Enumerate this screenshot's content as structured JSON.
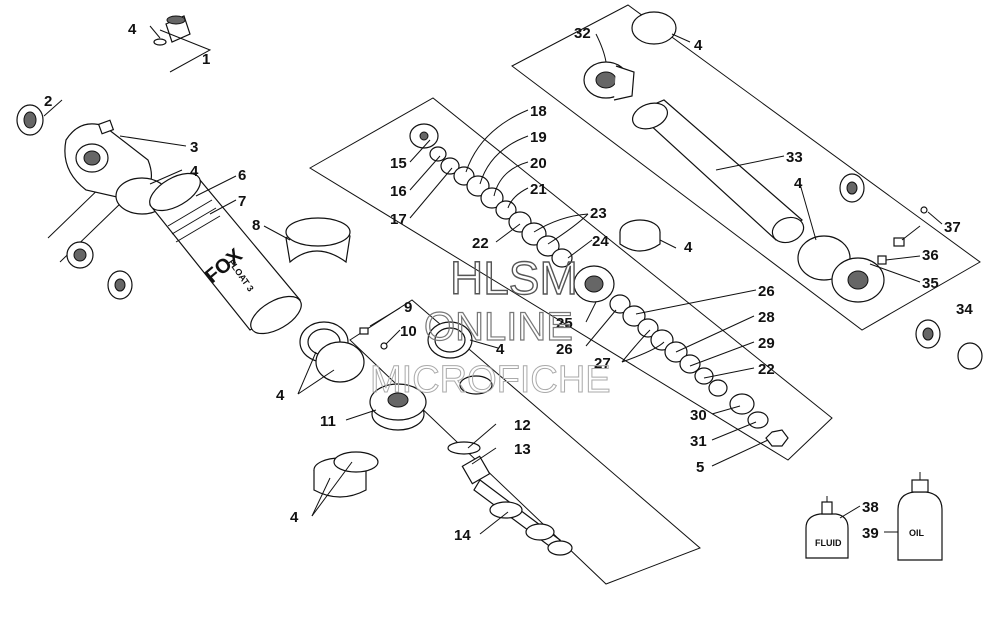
{
  "labels": {
    "n1": "1",
    "n2": "2",
    "n3": "3",
    "n4a": "4",
    "n4b": "4",
    "n4c": "4",
    "n4d": "4",
    "n4e": "4",
    "n4f": "4",
    "n4g": "4",
    "n4h": "4",
    "n5": "5",
    "n6": "6",
    "n7": "7",
    "n8": "8",
    "n9": "9",
    "n10": "10",
    "n11": "11",
    "n12": "12",
    "n13": "13",
    "n14": "14",
    "n15": "15",
    "n16": "16",
    "n17": "17",
    "n18": "18",
    "n19": "19",
    "n20": "20",
    "n21": "21",
    "n22a": "22",
    "n22b": "22",
    "n23": "23",
    "n24": "24",
    "n25": "25",
    "n26a": "26",
    "n26b": "26",
    "n27": "27",
    "n28": "28",
    "n29": "29",
    "n30": "30",
    "n31": "31",
    "n32": "32",
    "n33": "33",
    "n34": "34",
    "n35": "35",
    "n36": "36",
    "n37": "37",
    "n38": "38",
    "n39": "39"
  },
  "containers": {
    "fluid": "FLUID",
    "oil": "OIL"
  },
  "shock_body": {
    "brand": "FOX",
    "model_text": "FLOAT 3"
  },
  "watermark": {
    "line1": "HLSM",
    "line2": "ONLINE",
    "line3": "MICROFICHE"
  }
}
